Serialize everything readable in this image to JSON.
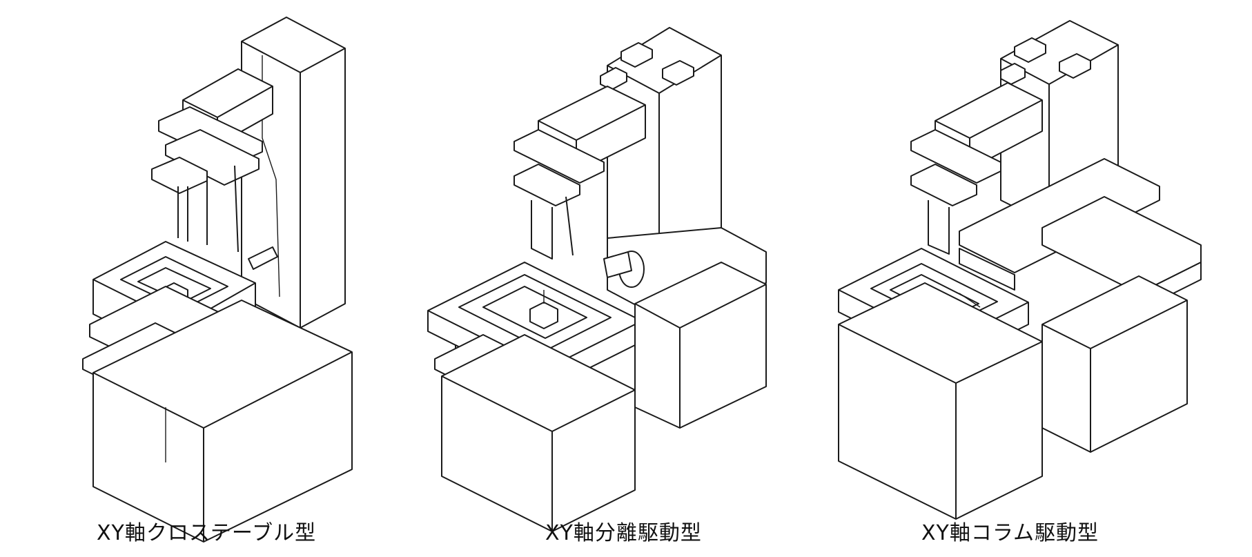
{
  "figures": [
    {
      "id": "cross-table",
      "caption": "XY軸クロステーブル型"
    },
    {
      "id": "separate-drive",
      "caption": "XY軸分離駆動型"
    },
    {
      "id": "column-drive",
      "caption": "XY軸コラム駆動型"
    }
  ],
  "colors": {
    "line": "#1a1a1a",
    "background": "#ffffff"
  }
}
